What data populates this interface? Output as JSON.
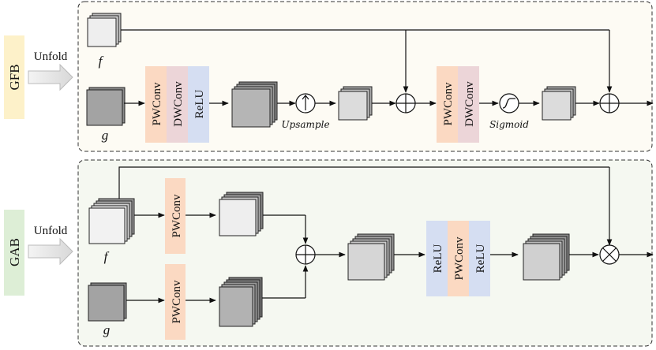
{
  "gfb": {
    "label": "GFB",
    "unfold": "Unfold",
    "input_f": "f",
    "input_g": "g",
    "ops1": [
      "PWConv",
      "DWConv",
      "ReLU"
    ],
    "upsample": "Upsample",
    "ops2": [
      "PWConv",
      "DWConv"
    ],
    "sigmoid": "Sigmoid"
  },
  "gab": {
    "label": "GAB",
    "unfold": "Unfold",
    "input_f": "f",
    "input_g": "g",
    "op_f": "PWConv",
    "op_g": "PWConv",
    "ops2": [
      "ReLU",
      "PWConv",
      "ReLU"
    ]
  },
  "colors": {
    "gfb_label_bg": "#fdf1c9",
    "gab_label_bg": "#ddeed6",
    "gfb_panel_bg": "#fdfbf4",
    "gab_panel_bg": "#f5f8f1",
    "pwconv_bg": "#fbd9c2",
    "dwconv_bg": "#ecd5d8",
    "relu_bg": "#d5def2"
  }
}
